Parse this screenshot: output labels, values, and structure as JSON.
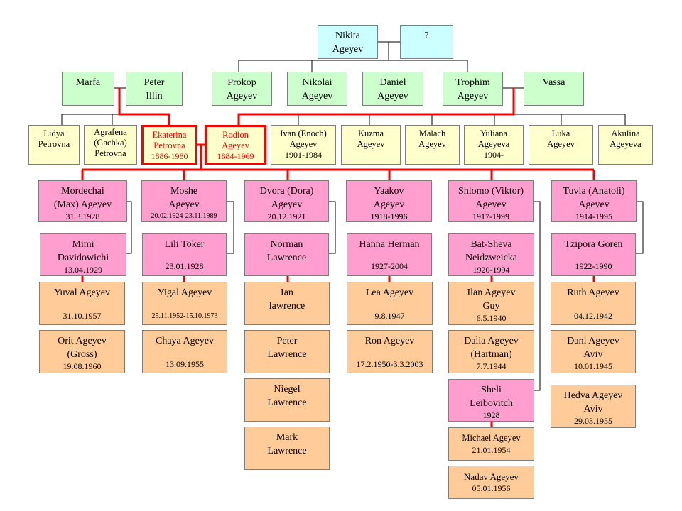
{
  "tree": {
    "gen0": [
      {
        "id": "nikita",
        "lines": [
          "Nikita",
          "Ageyev"
        ],
        "date": ""
      },
      {
        "id": "unknown",
        "lines": [
          "?"
        ],
        "date": ""
      }
    ],
    "gen1": [
      {
        "id": "marfa",
        "lines": [
          "Marfa"
        ],
        "date": ""
      },
      {
        "id": "peter-illin",
        "lines": [
          "Peter",
          "Illin"
        ],
        "date": ""
      },
      {
        "id": "prokop",
        "lines": [
          "Prokop",
          "Ageyev"
        ],
        "date": ""
      },
      {
        "id": "nikolai",
        "lines": [
          "Nikolai",
          "Ageyev"
        ],
        "date": ""
      },
      {
        "id": "daniel",
        "lines": [
          "Daniel",
          "Ageyev"
        ],
        "date": ""
      },
      {
        "id": "trophim",
        "lines": [
          "Trophim",
          "Ageyev"
        ],
        "date": ""
      },
      {
        "id": "vassa",
        "lines": [
          "Vassa"
        ],
        "date": ""
      }
    ],
    "gen2": [
      {
        "id": "lidya",
        "lines": [
          "Lidya",
          "Petrovna"
        ],
        "date": ""
      },
      {
        "id": "agrafena",
        "lines": [
          "Agrafena",
          "(Gachka)",
          "Petrovna"
        ],
        "date": ""
      },
      {
        "id": "ekaterina",
        "lines": [
          "Ekaterina",
          "Petrovna"
        ],
        "date": "1886-1980"
      },
      {
        "id": "rodion",
        "lines": [
          "Rodion",
          "Ageyev"
        ],
        "date": "1884-1969"
      },
      {
        "id": "ivan",
        "lines": [
          "Ivan (Enoch)",
          "Ageyev"
        ],
        "date": "1901-1984"
      },
      {
        "id": "kuzma",
        "lines": [
          "Kuzma",
          "Ageyev"
        ],
        "date": ""
      },
      {
        "id": "malach",
        "lines": [
          "Malach",
          "Ageyev"
        ],
        "date": ""
      },
      {
        "id": "yuliana",
        "lines": [
          "Yuliana",
          "Ageyeva"
        ],
        "date": "1904-"
      },
      {
        "id": "luka",
        "lines": [
          "Luka",
          "Ageyev"
        ],
        "date": ""
      },
      {
        "id": "akulina",
        "lines": [
          "Akulina",
          "Ageyeva"
        ],
        "date": ""
      }
    ],
    "gen3": [
      {
        "id": "mordechai",
        "lines": [
          "Mordechai",
          "(Max) Ageyev"
        ],
        "date": "31.3.1928"
      },
      {
        "id": "moshe",
        "lines": [
          "Moshe",
          "Ageyev"
        ],
        "date": "20.02.1924-23.11.1989"
      },
      {
        "id": "dvora",
        "lines": [
          "Dvora (Dora)",
          "Ageyev"
        ],
        "date": "20.12.1921"
      },
      {
        "id": "yaakov",
        "lines": [
          "Yaakov",
          "Ageyev"
        ],
        "date": "1918-1996"
      },
      {
        "id": "shlomo",
        "lines": [
          "Shlomo (Viktor)",
          "Ageyev"
        ],
        "date": "1917-1999"
      },
      {
        "id": "tuvia",
        "lines": [
          "Tuvia (Anatoli)",
          "Ageyev"
        ],
        "date": "1914-1995"
      }
    ],
    "spouses": [
      {
        "id": "mimi",
        "lines": [
          "Mimi",
          "Davidowichi"
        ],
        "date": "13.04.1929"
      },
      {
        "id": "lili",
        "lines": [
          "Lili Toker"
        ],
        "date": "23.01.1928"
      },
      {
        "id": "norman",
        "lines": [
          "Norman",
          "Lawrence"
        ],
        "date": ""
      },
      {
        "id": "hanna",
        "lines": [
          "Hanna Herman"
        ],
        "date": "1927-2004"
      },
      {
        "id": "batsheva",
        "lines": [
          "Bat-Sheva",
          "Neidzweicka"
        ],
        "date": "1920-1994"
      },
      {
        "id": "tzipora",
        "lines": [
          "Tzipora Goren"
        ],
        "date": "1922-1990"
      }
    ],
    "gen4": [
      {
        "id": "yuval",
        "lines": [
          "Yuval Ageyev"
        ],
        "date": "31.10.1957"
      },
      {
        "id": "orit",
        "lines": [
          "Orit Ageyev",
          "(Gross)"
        ],
        "date": "19.08.1960"
      },
      {
        "id": "yigal",
        "lines": [
          "Yigal Ageyev"
        ],
        "date": "25.11.1952-15.10.1973"
      },
      {
        "id": "chaya",
        "lines": [
          "Chaya Ageyev"
        ],
        "date": "13.09.1955"
      },
      {
        "id": "ian",
        "lines": [
          "Ian",
          "lawrence"
        ],
        "date": ""
      },
      {
        "id": "peter-lawrence",
        "lines": [
          "Peter",
          "Lawrence"
        ],
        "date": ""
      },
      {
        "id": "niegel",
        "lines": [
          "Niegel",
          "Lawrence"
        ],
        "date": ""
      },
      {
        "id": "mark",
        "lines": [
          "Mark",
          "Lawrence"
        ],
        "date": ""
      },
      {
        "id": "lea",
        "lines": [
          "Lea Ageyev"
        ],
        "date": "9.8.1947"
      },
      {
        "id": "ron",
        "lines": [
          "Ron Ageyev"
        ],
        "date": "17.2.1950-3.3.2003"
      },
      {
        "id": "ilan",
        "lines": [
          "Ilan Ageyev",
          "Guy"
        ],
        "date": "6.5.1940"
      },
      {
        "id": "dalia",
        "lines": [
          "Dalia Ageyev",
          "(Hartman)"
        ],
        "date": "7.7.1944"
      },
      {
        "id": "ruth",
        "lines": [
          "Ruth Ageyev"
        ],
        "date": "04.12.1942"
      },
      {
        "id": "dani",
        "lines": [
          "Dani Ageyev",
          "Aviv"
        ],
        "date": "10.01.1945"
      },
      {
        "id": "hedva",
        "lines": [
          "Hedva Ageyev",
          "Aviv"
        ],
        "date": "29.03.1955"
      }
    ],
    "gen4_spouses": [
      {
        "id": "sheli",
        "lines": [
          "Sheli",
          "Leibovitch"
        ],
        "date": "1928"
      }
    ],
    "gen5": [
      {
        "id": "michael",
        "lines": [
          "Michael Ageyev"
        ],
        "date": "21.01.1954"
      },
      {
        "id": "nadav",
        "lines": [
          "Nadav Ageyev"
        ],
        "date": "05.01.1956"
      }
    ]
  },
  "colors": {
    "gen0": "#ccffff",
    "gen1": "#ccffcc",
    "gen2": "#ffffcc",
    "gen3": "#ff9ecf",
    "gen4": "#ffcc99",
    "highlight_line": "#ff0000",
    "connector_line": "#000000",
    "node_border": "#7d7d7d"
  }
}
